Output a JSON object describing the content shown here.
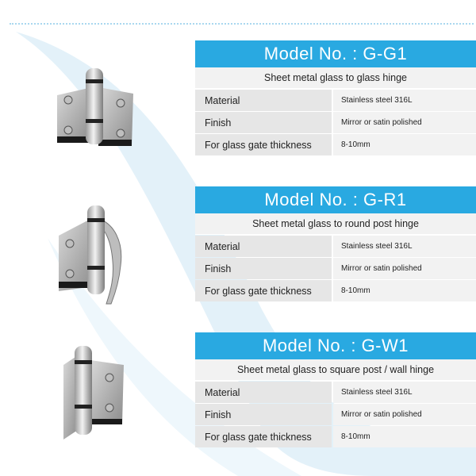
{
  "products": [
    {
      "model_title": "Model No. : G-G1",
      "subtitle": "Sheet metal glass to glass hinge",
      "specs": [
        {
          "key": "Material",
          "value": "Stainless steel 316L"
        },
        {
          "key": "Finish",
          "value": "Mirror or satin polished"
        },
        {
          "key": "For glass gate thickness",
          "value": "8-10mm"
        }
      ]
    },
    {
      "model_title": "Model No. : G-R1",
      "subtitle": "Sheet metal glass to round post hinge",
      "specs": [
        {
          "key": "Material",
          "value": "Stainless steel 316L"
        },
        {
          "key": "Finish",
          "value": "Mirror or satin polished"
        },
        {
          "key": "For glass gate thickness",
          "value": "8-10mm"
        }
      ]
    },
    {
      "model_title": "Model No. : G-W1",
      "subtitle": "Sheet metal glass to square post / wall hinge",
      "specs": [
        {
          "key": "Material",
          "value": "Stainless steel 316L"
        },
        {
          "key": "Finish",
          "value": "Mirror or satin polished"
        },
        {
          "key": "For glass gate thickness",
          "value": "8-10mm"
        }
      ]
    }
  ],
  "colors": {
    "header_blue": "#29a9e1",
    "swoosh_light_blue": "#e3f1f9"
  },
  "icons": [
    "hinge-g-g1-icon",
    "hinge-g-r1-icon",
    "hinge-g-w1-icon"
  ]
}
